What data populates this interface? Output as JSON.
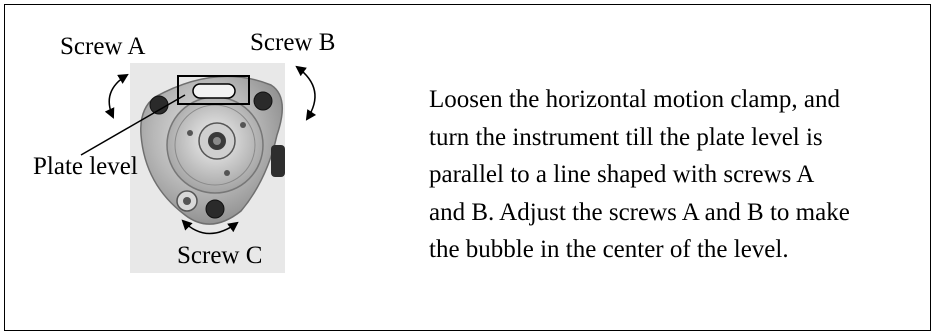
{
  "figure": {
    "labels": {
      "screw_a": "Screw A",
      "screw_b": "Screw B",
      "plate_level": "Plate level",
      "screw_c": "Screw C"
    }
  },
  "instructions": {
    "lines": [
      "Loosen the horizontal motion clamp, and",
      "turn the instrument till the plate level is",
      "parallel to a line shaped with screws A",
      "and B. Adjust the screws A and B to make",
      "the bubble in the center of the level."
    ]
  },
  "colors": {
    "border": "#000000",
    "photo_background": "#e8e8e8",
    "metal": "#bdbdbd",
    "metal_dark": "#7a7a7a",
    "screw": "#2a2a2a"
  }
}
